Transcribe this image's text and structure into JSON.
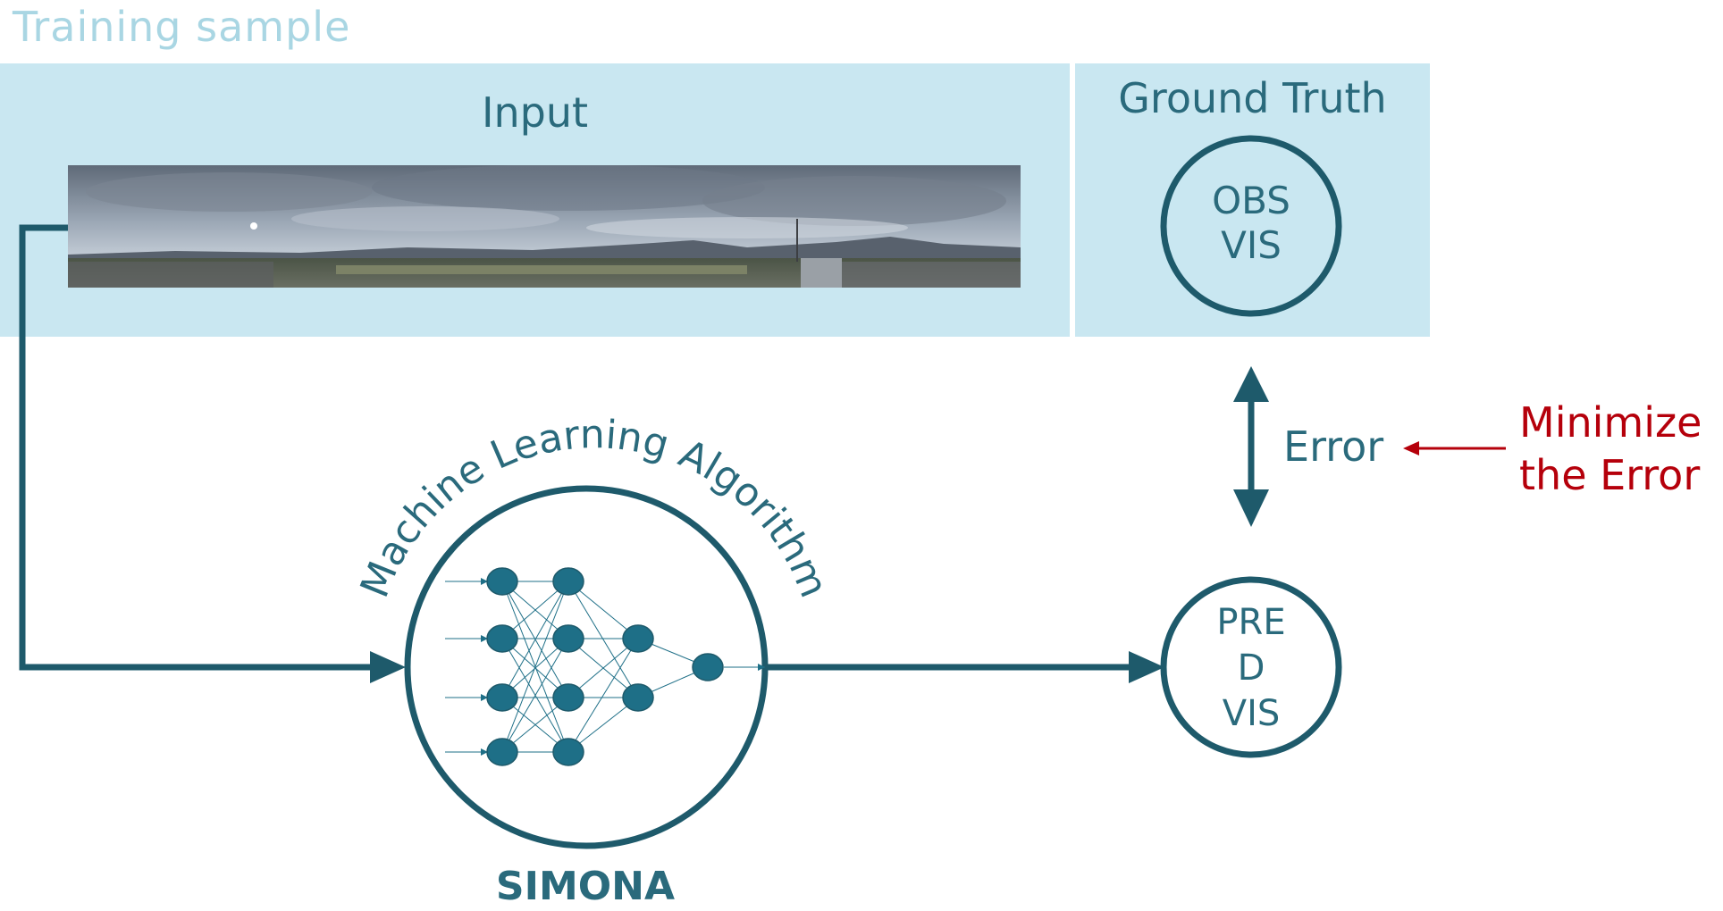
{
  "title": "Training sample",
  "input_panel": {
    "label": "Input"
  },
  "ground_truth_panel": {
    "label": "Ground Truth",
    "circle_lines": [
      "OBS",
      "VIS"
    ]
  },
  "prediction": {
    "circle_lines": [
      "PRE",
      "D",
      "VIS"
    ]
  },
  "error": {
    "label": "Error"
  },
  "minimize": {
    "lines": [
      "Minimize",
      "the Error"
    ]
  },
  "model": {
    "arc_label": "Machine Learning Algorithm",
    "name": "SIMONA"
  },
  "colors": {
    "accent": "#1e5a6b",
    "panel_background": "#c9e7f1",
    "title": "#a9d6e3",
    "minimize": "#b5000b",
    "nn_node": "#1e6f87"
  },
  "icons": [
    "panorama-photo",
    "neural-network-icon"
  ]
}
